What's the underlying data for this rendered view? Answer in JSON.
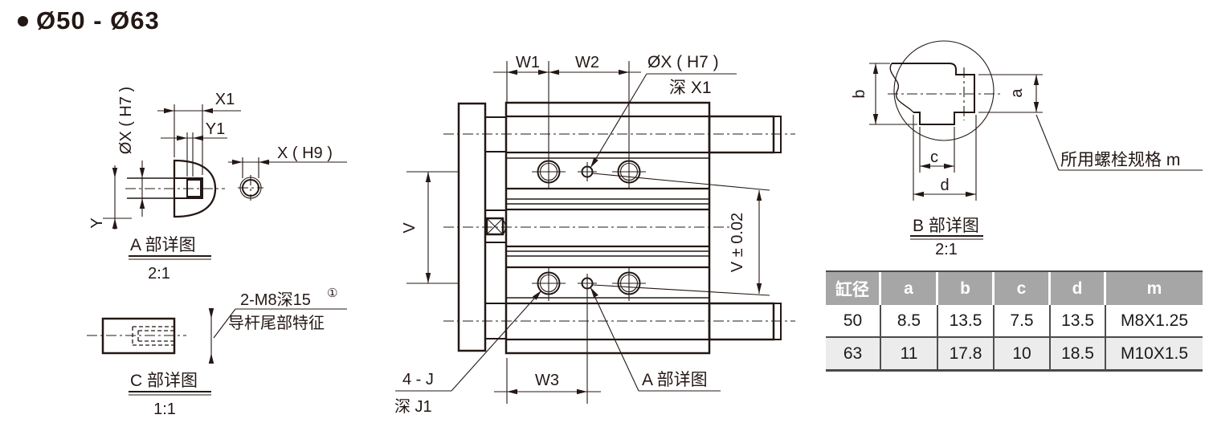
{
  "title": {
    "bullet": "●",
    "text": "Ø50 - Ø63"
  },
  "detail_a": {
    "dim_x1": "X1",
    "dim_y1": "Y1",
    "dim_dia_x": "ØX ( H7 )",
    "dim_x_h9": "X ( H9 )",
    "dim_y": "Y",
    "caption": "A 部详图",
    "scale": "2:1"
  },
  "detail_c": {
    "note1": "2-M8深15",
    "note1_sup": "①",
    "note2": "导杆尾部特征",
    "caption": "C 部详图",
    "scale": "1:1"
  },
  "main_view": {
    "dim_w1": "W1",
    "dim_w2": "W2",
    "hole_note_dia": "ØX ( H7 )",
    "hole_note_depth": "深 X1",
    "dim_v": "V",
    "dim_v_tol": "V ± 0.02",
    "dim_w3": "W3",
    "hole_note_4j": "4 - J",
    "hole_note_j1_depth": "深 J1",
    "detail_a_ref": "A 部详图"
  },
  "detail_b": {
    "dim_a": "a",
    "dim_b": "b",
    "dim_c": "c",
    "dim_d": "d",
    "bolt_note": "所用螺栓规格 m",
    "caption": "B 部详图",
    "scale": "2:1"
  },
  "table": {
    "headers": [
      "缸径",
      "a",
      "b",
      "c",
      "d",
      "m"
    ],
    "rows": [
      {
        "cells": [
          "50",
          "8.5",
          "13.5",
          "7.5",
          "13.5",
          "M8X1.25"
        ]
      },
      {
        "cells": [
          "63",
          "11",
          "17.8",
          "10",
          "18.5",
          "M10X1.5"
        ]
      }
    ]
  },
  "colors": {
    "ink": "#231815",
    "table_header_bg": "#a6a6a6",
    "table_row_alt_bg": "#ececec",
    "table_border": "#4a4a4a"
  }
}
